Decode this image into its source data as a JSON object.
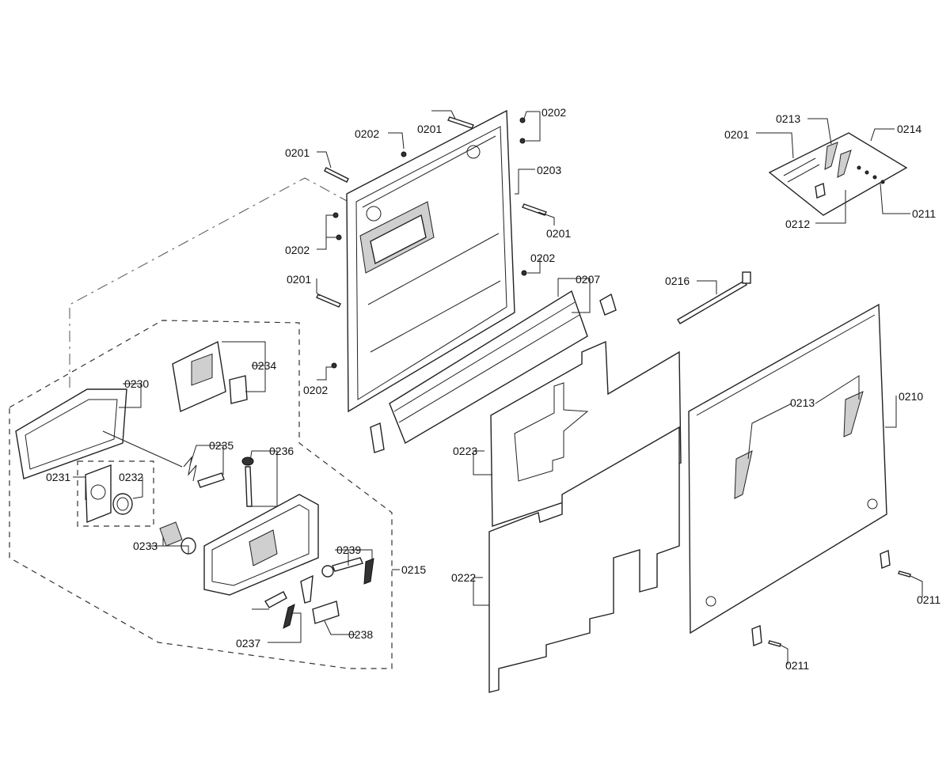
{
  "diagram": {
    "callouts": {
      "c0201_top": "0201",
      "c0202_top": "0202",
      "c0202_topright": "0202",
      "c0201_left1": "0201",
      "c0203": "0203",
      "c0201_right": "0201",
      "c0202_left": "0202",
      "c0202_right": "0202",
      "c0201_left2": "0201",
      "c0207": "0207",
      "c0202_bottom": "0202",
      "c0216": "0216",
      "c0213_kit": "0213",
      "c0201_kit": "0201",
      "c0214": "0214",
      "c0212": "0212",
      "c0211_kit": "0211",
      "c0230": "0230",
      "c0234": "0234",
      "c0235": "0235",
      "c0236": "0236",
      "c0231": "0231",
      "c0232": "0232",
      "c0233": "0233",
      "c0239": "0239",
      "c0215": "0215",
      "c0237": "0237",
      "c0238": "0238",
      "c0223": "0223",
      "c0222": "0222",
      "c0213_panel": "0213",
      "c0210": "0210",
      "c0211_right": "0211",
      "c0211_bottom": "0211"
    }
  }
}
